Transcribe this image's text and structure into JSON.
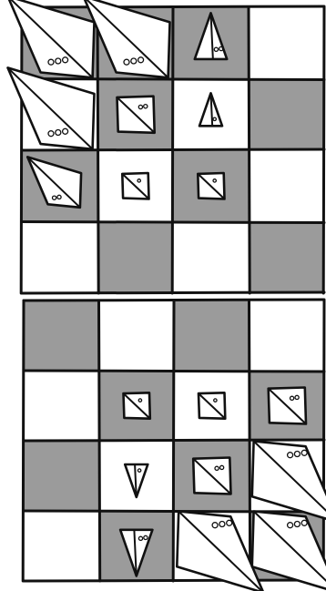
{
  "colors": {
    "light_square": "#ffffff",
    "dark_square": "#9b9b9b",
    "ink": "#111111",
    "background": "#ffffff"
  },
  "boards": [
    {
      "name": "top-board",
      "rows": 4,
      "cols": 4,
      "shading": [
        [
          "dark",
          "dark",
          "dark",
          "light"
        ],
        [
          "light",
          "dark",
          "light",
          "dark"
        ],
        [
          "dark",
          "light",
          "dark",
          "light"
        ],
        [
          "light",
          "dark",
          "light",
          "dark"
        ]
      ],
      "pieces": [
        {
          "name": "large-pyramid-piece",
          "row": 0,
          "col": 0,
          "size": "large",
          "orientation": "up-left",
          "pips": 3
        },
        {
          "name": "large-pyramid-piece",
          "row": 0,
          "col": 1,
          "size": "large",
          "orientation": "up-left",
          "pips": 3
        },
        {
          "name": "medium-pyramid-piece",
          "row": 0,
          "col": 2,
          "size": "medium",
          "orientation": "up",
          "pips": 2
        },
        {
          "name": "large-pyramid-piece",
          "row": 1,
          "col": 0,
          "size": "large",
          "orientation": "up-left",
          "pips": 3
        },
        {
          "name": "medium-pyramid-piece",
          "row": 1,
          "col": 1,
          "size": "medium",
          "orientation": "flat",
          "pips": 2
        },
        {
          "name": "small-pyramid-piece",
          "row": 1,
          "col": 2,
          "size": "small",
          "orientation": "up",
          "pips": 1
        },
        {
          "name": "medium-pyramid-piece",
          "row": 2,
          "col": 0,
          "size": "medium",
          "orientation": "up-left",
          "pips": 2
        },
        {
          "name": "small-pyramid-piece",
          "row": 2,
          "col": 1,
          "size": "small",
          "orientation": "flat",
          "pips": 1
        },
        {
          "name": "small-pyramid-piece",
          "row": 2,
          "col": 2,
          "size": "small",
          "orientation": "flat",
          "pips": 1
        }
      ]
    },
    {
      "name": "bottom-board",
      "rows": 4,
      "cols": 4,
      "shading": [
        [
          "dark",
          "light",
          "dark",
          "light"
        ],
        [
          "light",
          "dark",
          "light",
          "dark"
        ],
        [
          "dark",
          "light",
          "dark",
          "light"
        ],
        [
          "light",
          "dark",
          "light",
          "dark"
        ]
      ],
      "pieces": [
        {
          "name": "small-pyramid-piece",
          "row": 1,
          "col": 1,
          "size": "small",
          "orientation": "flat",
          "pips": 1
        },
        {
          "name": "small-pyramid-piece",
          "row": 1,
          "col": 2,
          "size": "small",
          "orientation": "flat",
          "pips": 1
        },
        {
          "name": "medium-pyramid-piece",
          "row": 1,
          "col": 3,
          "size": "medium",
          "orientation": "flat",
          "pips": 2
        },
        {
          "name": "small-pyramid-piece",
          "row": 2,
          "col": 1,
          "size": "small",
          "orientation": "down",
          "pips": 1
        },
        {
          "name": "medium-pyramid-piece",
          "row": 2,
          "col": 2,
          "size": "medium",
          "orientation": "flat",
          "pips": 2
        },
        {
          "name": "large-pyramid-piece",
          "row": 2,
          "col": 3,
          "size": "large",
          "orientation": "down-right",
          "pips": 3
        },
        {
          "name": "medium-pyramid-piece",
          "row": 3,
          "col": 1,
          "size": "medium",
          "orientation": "down",
          "pips": 2
        },
        {
          "name": "large-pyramid-piece",
          "row": 3,
          "col": 2,
          "size": "large",
          "orientation": "down-right",
          "pips": 3
        },
        {
          "name": "large-pyramid-piece",
          "row": 3,
          "col": 3,
          "size": "large",
          "orientation": "down-right",
          "pips": 3
        }
      ]
    }
  ]
}
